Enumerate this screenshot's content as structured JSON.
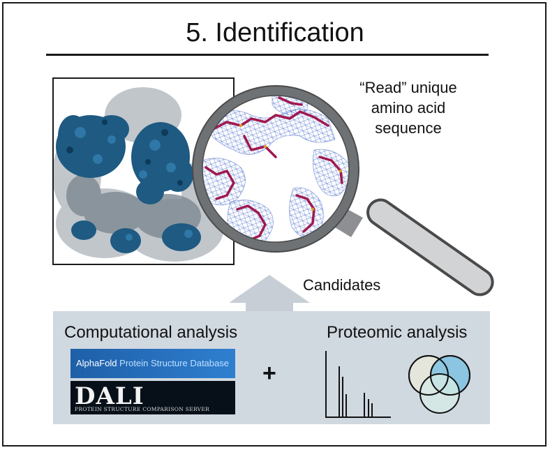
{
  "title": "5. Identification",
  "magnifier_caption": [
    "“Read” unique",
    "amino acid",
    "sequence"
  ],
  "candidates_label": "Candidates",
  "computational_label": "Computational analysis",
  "proteomic_label": "Proteomic analysis",
  "alphafold": {
    "brand": "AlphaFold",
    "rest": "Protein Structure Database"
  },
  "dali": {
    "name": "DALI",
    "subtitle": "PROTEIN STRUCTURE COMPARISON SERVER"
  },
  "plus_sign": "+",
  "colors": {
    "density_blue": "#1e5a82",
    "density_grey": "#9aa2a8",
    "mesh_blue": "#3a5fc8",
    "backbone": "#a0184e",
    "panel_bg": "#d0d8e0",
    "arrow": "#c7ced6",
    "venn_a": "#e6e8dc",
    "venn_b": "#7fc2e0",
    "venn_c": "#d6ebe6"
  },
  "icons": [
    "magnifying-glass-icon",
    "arrow-up-icon",
    "mass-spectrum-icon",
    "venn-diagram-icon"
  ]
}
